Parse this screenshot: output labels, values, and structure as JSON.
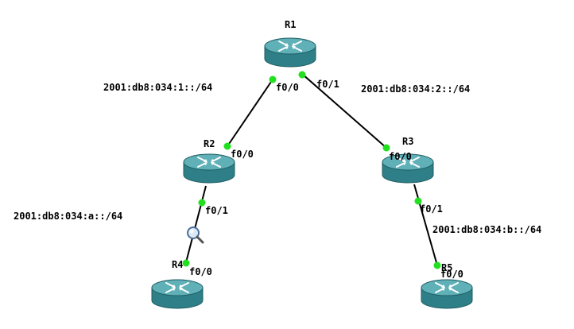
{
  "colors": {
    "background": "#ffffff",
    "router_top": "#5fb0b7",
    "router_side": "#2e7f87",
    "router_edge": "#1f5d63",
    "link": "#000000",
    "port": "#22e01f"
  },
  "routers": {
    "r1": {
      "name": "R1"
    },
    "r2": {
      "name": "R2"
    },
    "r3": {
      "name": "R3"
    },
    "r4": {
      "name": "R4"
    },
    "r5": {
      "name": "R5"
    }
  },
  "links": {
    "r1_r2": {
      "end_a": "f0/0",
      "end_b": "f0/0",
      "subnet": "2001:db8:034:1::/64"
    },
    "r1_r3": {
      "end_a": "f0/1",
      "end_b": "f0/0",
      "subnet": "2001:db8:034:2::/64"
    },
    "r2_r4": {
      "end_a": "f0/1",
      "end_b": "f0/0",
      "subnet": "2001:db8:034:a::/64"
    },
    "r3_r5": {
      "end_a": "f0/1",
      "end_b": "f0/0",
      "subnet": "2001:db8:034:b::/64"
    }
  },
  "icons": {
    "capture": "magnifier-icon"
  }
}
